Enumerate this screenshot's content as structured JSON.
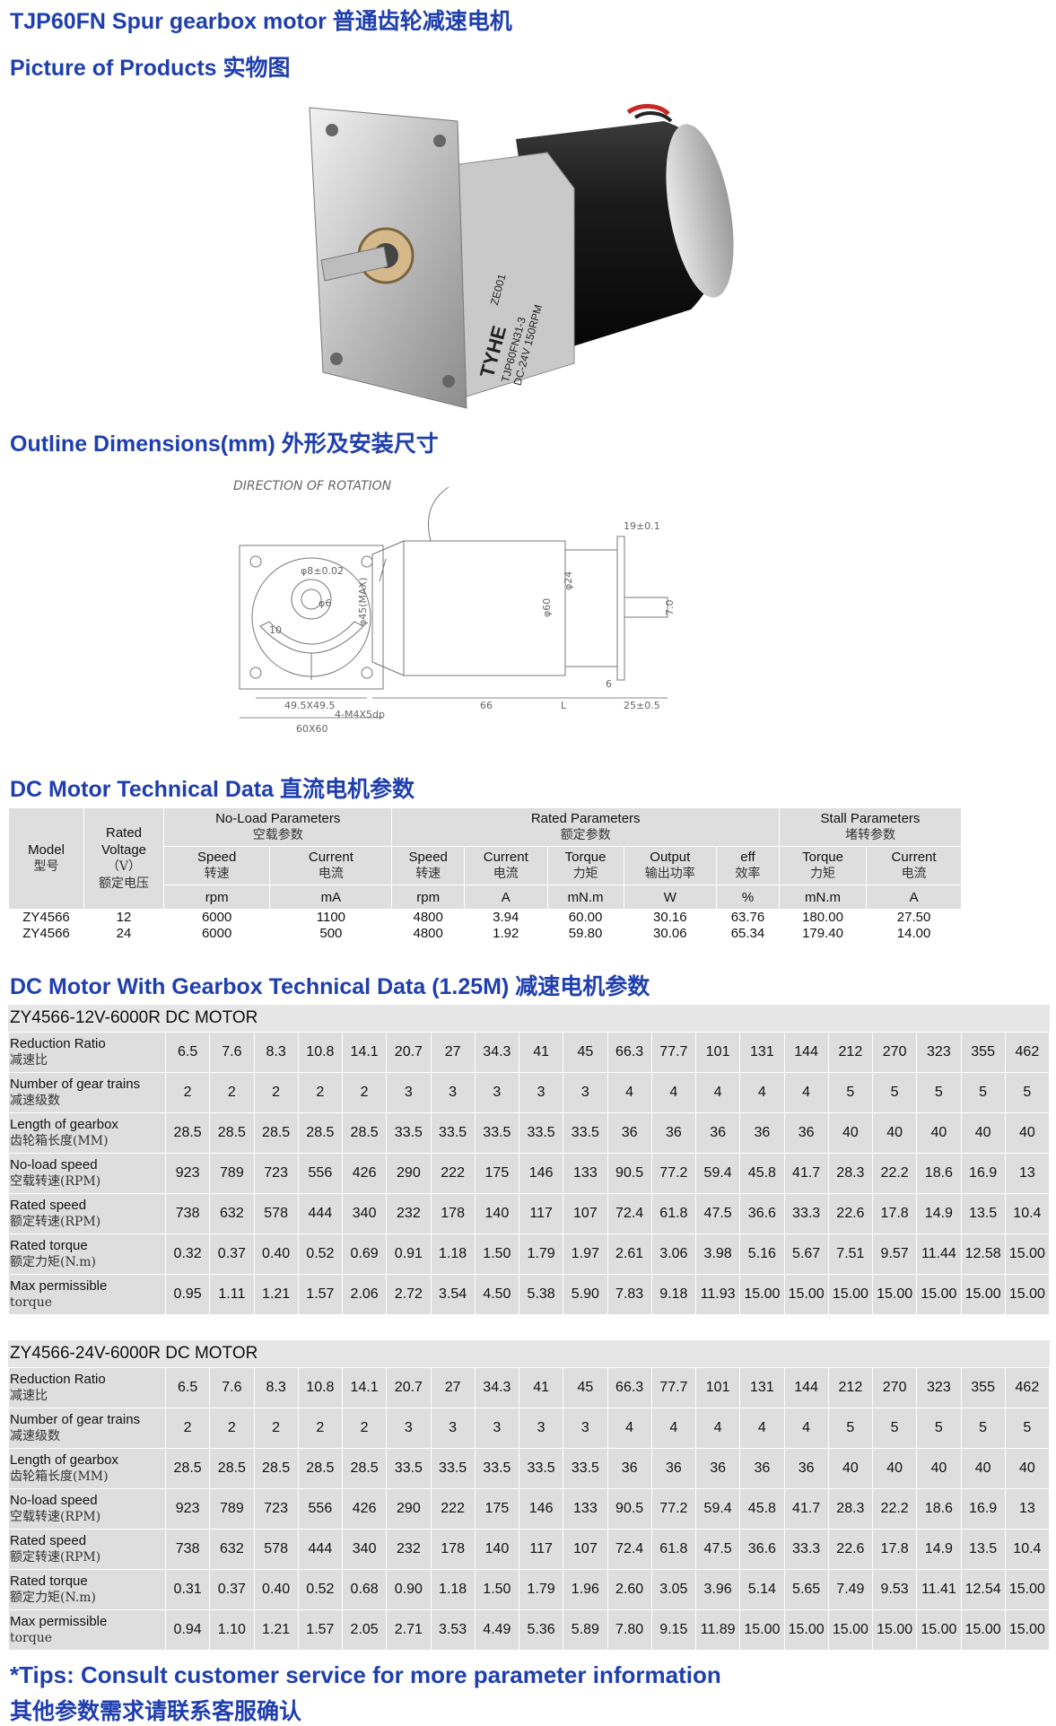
{
  "headings": {
    "title": "TJP60FN Spur gearbox motor 普通齿轮减速电机",
    "pictures": "Picture of Products 实物图",
    "outline": "Outline Dimensions(mm) 外形及安装尺寸",
    "dc_motor": "DC Motor Technical Data 直流电机参数",
    "gearbox": "DC Motor With Gearbox Technical Data (1.25M) 减速电机参数"
  },
  "product": {
    "label_brand": "TYHE",
    "label_line1": "TJP60FN31-3",
    "label_line2": "DC-24V 150RPM",
    "label_line3": "ZE001"
  },
  "drawing": {
    "rotation_label": "DIRECTION OF ROTATION",
    "dim_square": "49.5X49.5",
    "dim_outer": "60X60",
    "dim_holes": "4-M4X5dp",
    "dim_bore": "φ8±0.02",
    "dim_shaft": "φ6",
    "dim_ten": "10",
    "dim_max": "φ45(MAX)",
    "dim_body": "φ60",
    "dim_hub": "φ24",
    "dim_length": "66",
    "dim_L": "L",
    "dim_shaft_len": "19±0.1",
    "dim_out_len": "25±0.5",
    "dim_six": "6",
    "dim_flat": "7.0"
  },
  "motor_table": {
    "model_en": "Model",
    "model_cn": "型号",
    "voltage_en1": "Rated",
    "voltage_en2": "Voltage",
    "voltage_unit": "（V）",
    "voltage_cn": "额定电压",
    "noload_en": "No-Load Parameters",
    "noload_cn": "空载参数",
    "rated_en": "Rated Parameters",
    "rated_cn": "额定参数",
    "stall_en": "Stall Parameters",
    "stall_cn": "堵转参数",
    "cols": [
      {
        "en": "Speed",
        "cn": "转速",
        "unit": "rpm"
      },
      {
        "en": "Current",
        "cn": "电流",
        "unit": "mA"
      },
      {
        "en": "Speed",
        "cn": "转速",
        "unit": "rpm"
      },
      {
        "en": "Current",
        "cn": "电流",
        "unit": "A"
      },
      {
        "en": "Torque",
        "cn": "力矩",
        "unit": "mN.m"
      },
      {
        "en": "Output",
        "cn": "输出功率",
        "unit": "W"
      },
      {
        "en": "eff",
        "cn": "效率",
        "unit": "%"
      },
      {
        "en": "Torque",
        "cn": "力矩",
        "unit": "mN.m"
      },
      {
        "en": "Current",
        "cn": "电流",
        "unit": "A"
      }
    ],
    "rows": [
      [
        "ZY4566",
        "12",
        "6000",
        "1100",
        "4800",
        "3.94",
        "60.00",
        "30.16",
        "63.76",
        "180.00",
        "27.50"
      ],
      [
        "ZY4566",
        "24",
        "6000",
        "500",
        "4800",
        "1.92",
        "59.80",
        "30.06",
        "65.34",
        "179.40",
        "14.00"
      ]
    ]
  },
  "gear_12v": {
    "title": "ZY4566-12V-6000R DC MOTOR",
    "rows": [
      {
        "en": "Reduction Ratio",
        "cn": "减速比",
        "values": [
          "6.5",
          "7.6",
          "8.3",
          "10.8",
          "14.1",
          "20.7",
          "27",
          "34.3",
          "41",
          "45",
          "66.3",
          "77.7",
          "101",
          "131",
          "144",
          "212",
          "270",
          "323",
          "355",
          "462"
        ]
      },
      {
        "en": "Number of gear trains",
        "cn": "减速级数",
        "values": [
          "2",
          "2",
          "2",
          "2",
          "2",
          "3",
          "3",
          "3",
          "3",
          "3",
          "4",
          "4",
          "4",
          "4",
          "4",
          "5",
          "5",
          "5",
          "5",
          "5"
        ]
      },
      {
        "en": "Length of gearbox",
        "cn": "齿轮箱长度(MM)",
        "values": [
          "28.5",
          "28.5",
          "28.5",
          "28.5",
          "28.5",
          "33.5",
          "33.5",
          "33.5",
          "33.5",
          "33.5",
          "36",
          "36",
          "36",
          "36",
          "36",
          "40",
          "40",
          "40",
          "40",
          "40"
        ]
      },
      {
        "en": "No-load speed",
        "cn": "空载转速(RPM)",
        "values": [
          "923",
          "789",
          "723",
          "556",
          "426",
          "290",
          "222",
          "175",
          "146",
          "133",
          "90.5",
          "77.2",
          "59.4",
          "45.8",
          "41.7",
          "28.3",
          "22.2",
          "18.6",
          "16.9",
          "13"
        ]
      },
      {
        "en": "Rated speed",
        "cn": "额定转速(RPM)",
        "values": [
          "738",
          "632",
          "578",
          "444",
          "340",
          "232",
          "178",
          "140",
          "117",
          "107",
          "72.4",
          "61.8",
          "47.5",
          "36.6",
          "33.3",
          "22.6",
          "17.8",
          "14.9",
          "13.5",
          "10.4"
        ]
      },
      {
        "en": "Rated torque",
        "cn": "额定力矩(N.m)",
        "values": [
          "0.32",
          "0.37",
          "0.40",
          "0.52",
          "0.69",
          "0.91",
          "1.18",
          "1.50",
          "1.79",
          "1.97",
          "2.61",
          "3.06",
          "3.98",
          "5.16",
          "5.67",
          "7.51",
          "9.57",
          "11.44",
          "12.58",
          "15.00"
        ]
      },
      {
        "en": "Max permissible",
        "cn": "torque",
        "values": [
          "0.95",
          "1.11",
          "1.21",
          "1.57",
          "2.06",
          "2.72",
          "3.54",
          "4.50",
          "5.38",
          "5.90",
          "7.83",
          "9.18",
          "11.93",
          "15.00",
          "15.00",
          "15.00",
          "15.00",
          "15.00",
          "15.00",
          "15.00"
        ]
      }
    ]
  },
  "gear_24v": {
    "title": "ZY4566-24V-6000R DC MOTOR",
    "rows": [
      {
        "en": "Reduction Ratio",
        "cn": "减速比",
        "values": [
          "6.5",
          "7.6",
          "8.3",
          "10.8",
          "14.1",
          "20.7",
          "27",
          "34.3",
          "41",
          "45",
          "66.3",
          "77.7",
          "101",
          "131",
          "144",
          "212",
          "270",
          "323",
          "355",
          "462"
        ]
      },
      {
        "en": "Number of gear trains",
        "cn": "减速级数",
        "values": [
          "2",
          "2",
          "2",
          "2",
          "2",
          "3",
          "3",
          "3",
          "3",
          "3",
          "4",
          "4",
          "4",
          "4",
          "4",
          "5",
          "5",
          "5",
          "5",
          "5"
        ]
      },
      {
        "en": "Length of gearbox",
        "cn": "齿轮箱长度(MM)",
        "values": [
          "28.5",
          "28.5",
          "28.5",
          "28.5",
          "28.5",
          "33.5",
          "33.5",
          "33.5",
          "33.5",
          "33.5",
          "36",
          "36",
          "36",
          "36",
          "36",
          "40",
          "40",
          "40",
          "40",
          "40"
        ]
      },
      {
        "en": "No-load speed",
        "cn": "空载转速(RPM)",
        "values": [
          "923",
          "789",
          "723",
          "556",
          "426",
          "290",
          "222",
          "175",
          "146",
          "133",
          "90.5",
          "77.2",
          "59.4",
          "45.8",
          "41.7",
          "28.3",
          "22.2",
          "18.6",
          "16.9",
          "13"
        ]
      },
      {
        "en": "Rated speed",
        "cn": "额定转速(RPM)",
        "values": [
          "738",
          "632",
          "578",
          "444",
          "340",
          "232",
          "178",
          "140",
          "117",
          "107",
          "72.4",
          "61.8",
          "47.5",
          "36.6",
          "33.3",
          "22.6",
          "17.8",
          "14.9",
          "13.5",
          "10.4"
        ]
      },
      {
        "en": "Rated torque",
        "cn": "额定力矩(N.m)",
        "values": [
          "0.31",
          "0.37",
          "0.40",
          "0.52",
          "0.68",
          "0.90",
          "1.18",
          "1.50",
          "1.79",
          "1.96",
          "2.60",
          "3.05",
          "3.96",
          "5.14",
          "5.65",
          "7.49",
          "9.53",
          "11.41",
          "12.54",
          "15.00"
        ]
      },
      {
        "en": "Max permissible",
        "cn": "torque",
        "values": [
          "0.94",
          "1.10",
          "1.21",
          "1.57",
          "2.05",
          "2.71",
          "3.53",
          "4.49",
          "5.36",
          "5.89",
          "7.80",
          "9.15",
          "11.89",
          "15.00",
          "15.00",
          "15.00",
          "15.00",
          "15.00",
          "15.00",
          "15.00"
        ]
      }
    ]
  },
  "tips": {
    "en": "*Tips: Consult customer service for more parameter information",
    "cn": "其他参数需求请联系客服确认"
  }
}
